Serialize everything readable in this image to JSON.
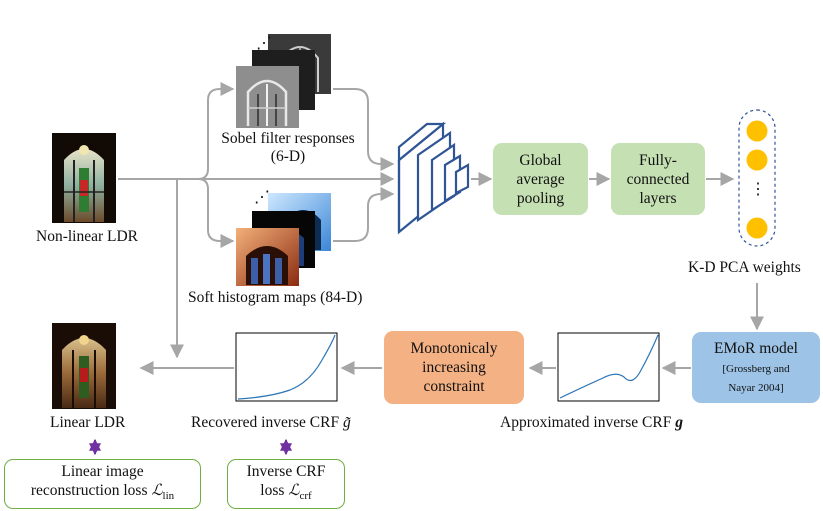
{
  "labels": {
    "input": "Non-linear LDR",
    "sobel_l1": "Sobel filter responses",
    "sobel_l2": "(6-D)",
    "hist": "Soft histogram maps (84-D)",
    "pooling_l1": "Global",
    "pooling_l2": "average",
    "pooling_l3": "pooling",
    "fc_l1": "Fully-",
    "fc_l2": "connected",
    "fc_l3": "layers",
    "pca": "K-D PCA weights",
    "pca_dots": "⋮",
    "emor_title": "EMoR model",
    "emor_ref1": "[Grossberg and",
    "emor_ref2": "Nayar 2004]",
    "approx": "Approximated inverse CRF",
    "approx_sym": "g",
    "mono_l1": "Monotonicaly",
    "mono_l2": "increasing",
    "mono_l3": "constraint",
    "recovered": "Recovered inverse CRF",
    "recovered_sym": "g̃",
    "linear": "Linear LDR",
    "loss_lin_l1": "Linear image",
    "loss_lin_l2": "reconstruction loss",
    "loss_lin_sym": "ℒ",
    "loss_lin_sub": "lin",
    "loss_crf_l1": "Inverse CRF",
    "loss_crf_l2": "loss",
    "loss_crf_sym": "ℒ",
    "loss_crf_sub": "crf",
    "stack_dots": "⋰"
  },
  "colors": {
    "arrow": "#a6a6a6",
    "cnn": "#2f5597",
    "pca_node": "#ffc000",
    "loss_arrow": "#7030a0",
    "green_box": "#c5e0b3",
    "orange_box": "#f4b183",
    "blue_box": "#9dc3e6",
    "curve": "#2e75b6"
  }
}
